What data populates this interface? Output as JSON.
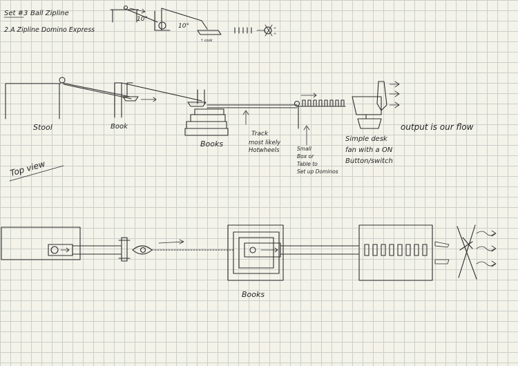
{
  "header": {
    "set_label": "Set #3",
    "set_title": "Ball Zipline",
    "subtitle": "2.A Zipline  Domino Express"
  },
  "top_sketch": {
    "angle_left": "10°",
    "angle_right": "10°",
    "small_note": "↑ cook"
  },
  "side_view": {
    "stool_label": "Stool",
    "book_label": "Book",
    "books_label": "Books",
    "track_label": "Track",
    "track_note_1": "most likely",
    "track_note_2": "Hotwheels",
    "box_note_1": "Small",
    "box_note_2": "Box or",
    "box_note_3": "Table to",
    "box_note_4": "Set up Dominos",
    "fan_note_1": "Simple desk",
    "fan_note_2": "fan with a ON",
    "fan_note_3": "Button/switch",
    "output_note": "output is our flow"
  },
  "top_view": {
    "title": "Top view",
    "books_label": "Books"
  }
}
